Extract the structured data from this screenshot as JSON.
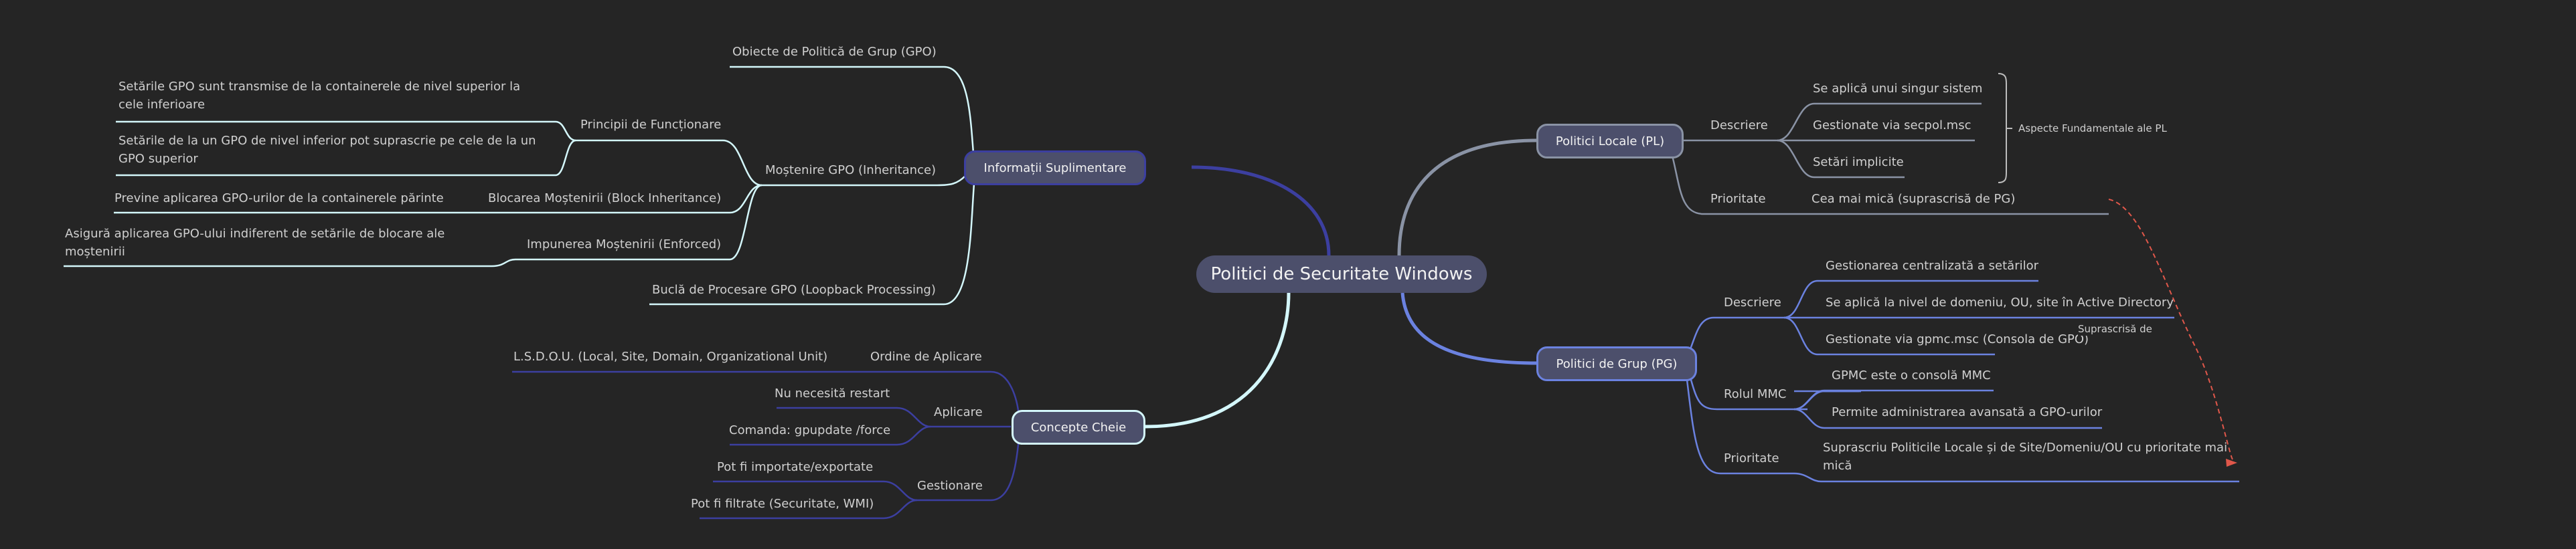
{
  "root": {
    "label": "Politici de Securitate Windows"
  },
  "colors": {
    "background": "#252525",
    "node_fill": "#4c4f6b",
    "info_branch": "#3c3fa0",
    "concepts_branch": "#d4f7fb",
    "local_branch": "#8a93a5",
    "group_branch": "#6b82e0",
    "relation_arrow": "#e0574a"
  },
  "info": {
    "label": "Informații Suplimentare",
    "gpo_objects": "Obiecte de Politică de Grup (GPO)",
    "inheritance": {
      "label": "Moștenire GPO (Inheritance)",
      "principles": {
        "label": "Principii de Funcționare",
        "items": [
          "Setările GPO sunt transmise de la containerele de nivel superior la cele inferioare",
          "Setările de la un GPO de nivel inferior pot suprascrie pe cele de la un GPO superior"
        ]
      },
      "block": {
        "label": "Blocarea Moștenirii (Block Inheritance)",
        "item": "Previne aplicarea GPO-urilor de la containerele părinte"
      },
      "enforced": {
        "label": "Impunerea Moștenirii (Enforced)",
        "item": "Asigură aplicarea GPO-ului indiferent de setările de blocare ale moștenirii"
      }
    },
    "loopback": "Buclă de Procesare GPO (Loopback Processing)"
  },
  "concepts": {
    "label": "Concepte Cheie",
    "order": {
      "label": "Ordine de Aplicare",
      "item": "L.S.D.O.U. (Local, Site, Domain, Organizational Unit)"
    },
    "apply": {
      "label": "Aplicare",
      "items": [
        "Nu necesită restart",
        "Comanda: gpupdate /force"
      ]
    },
    "manage": {
      "label": "Gestionare",
      "items": [
        "Pot fi importate/exportate",
        "Pot fi filtrate (Securitate, WMI)"
      ]
    }
  },
  "local": {
    "label": "Politici Locale (PL)",
    "description": {
      "label": "Descriere",
      "items": [
        "Se aplică unui singur sistem",
        "Gestionate via secpol.msc",
        "Setări implicite"
      ]
    },
    "summary": "Aspecte Fundamentale ale PL",
    "priority": {
      "label": "Prioritate",
      "item": "Cea mai mică (suprascrisă de PG)"
    }
  },
  "group": {
    "label": "Politici de Grup (PG)",
    "description": {
      "label": "Descriere",
      "items": [
        "Gestionarea centralizată a setărilor",
        "Se aplică la nivel de domeniu, OU, site în Active Directory",
        "Gestionate via gpmc.msc (Consola de GPO)"
      ]
    },
    "mmc": {
      "label": "Rolul MMC",
      "items": [
        "GPMC este o consolă MMC",
        "Permite administrarea avansată a GPO-urilor"
      ]
    },
    "priority": {
      "label": "Prioritate",
      "item": "Suprascriu Politicile Locale și de Site/Domeniu/OU cu prioritate mai mică"
    }
  },
  "relation": {
    "label": "Suprascrisă de"
  }
}
